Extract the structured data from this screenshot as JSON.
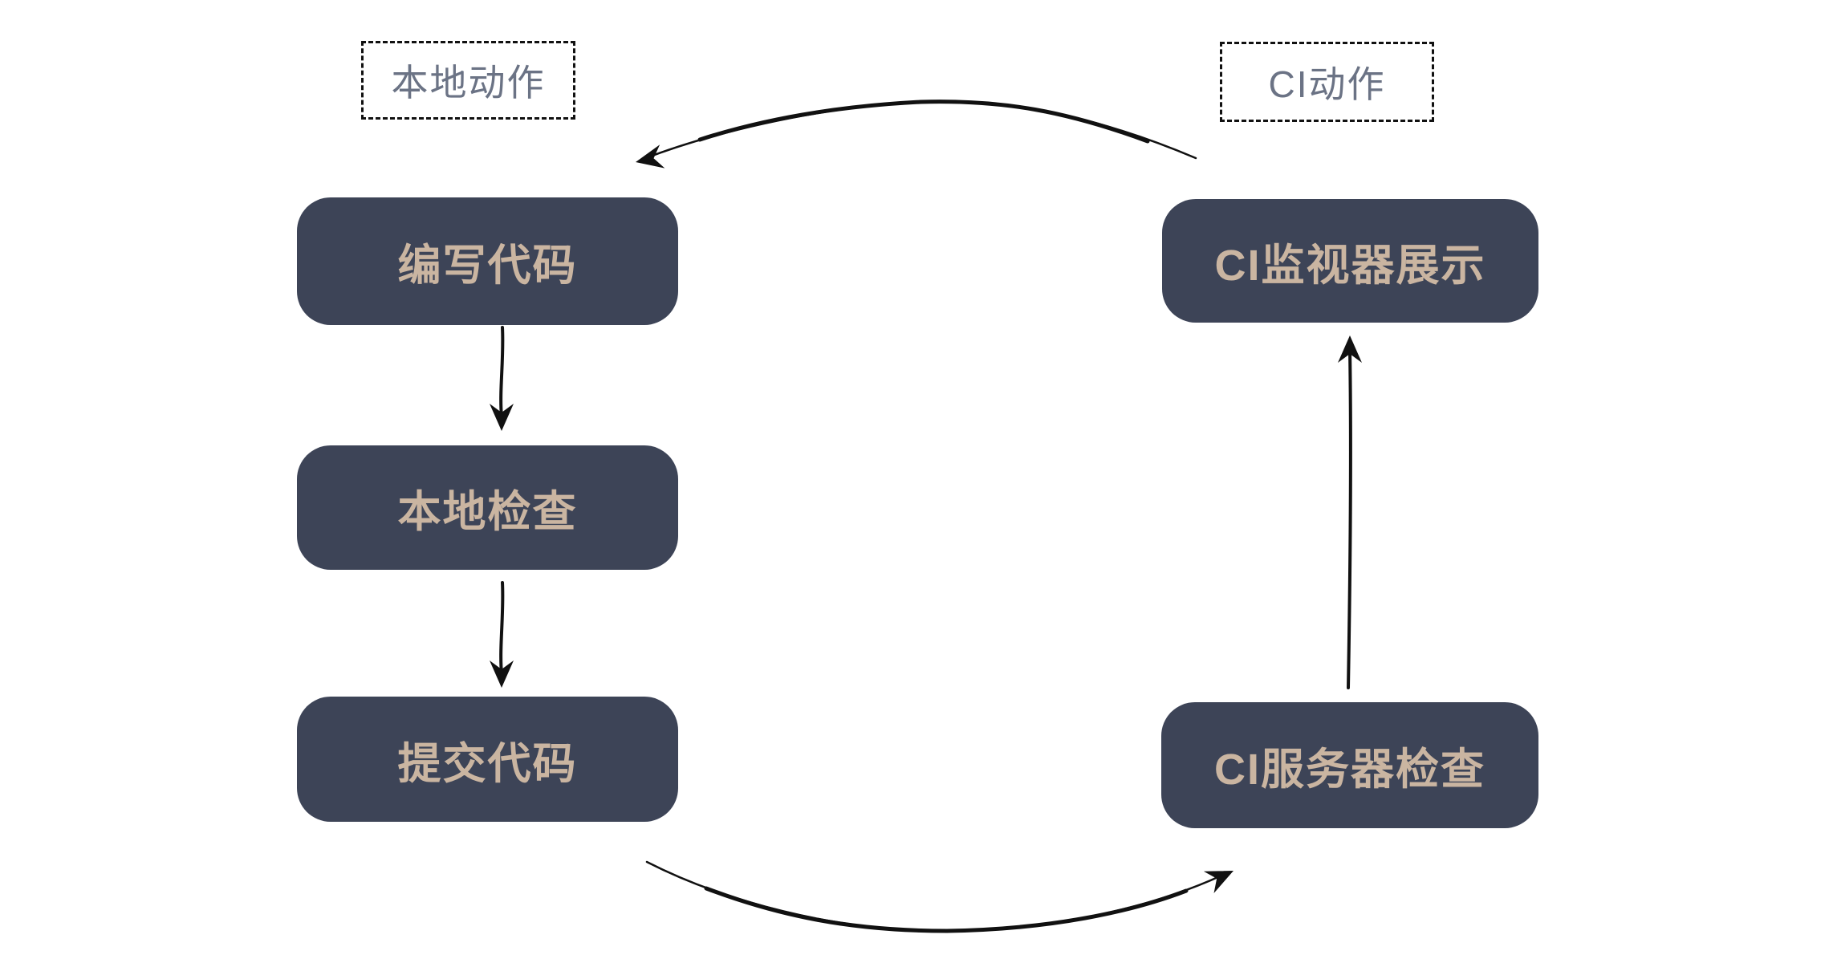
{
  "diagram": {
    "group_labels": {
      "local": "本地动作",
      "ci": "CI动作"
    },
    "nodes": {
      "write_code": "编写代码",
      "local_check": "本地检查",
      "commit_code": "提交代码",
      "ci_monitor": "CI监视器展示",
      "ci_server_check": "CI服务器检查"
    },
    "colors": {
      "node_bg": "#3d4457",
      "node_text": "#cab5a1",
      "label_text": "#6b7385",
      "label_border": "#111111",
      "arrow": "#111111",
      "background": "#ffffff"
    }
  }
}
